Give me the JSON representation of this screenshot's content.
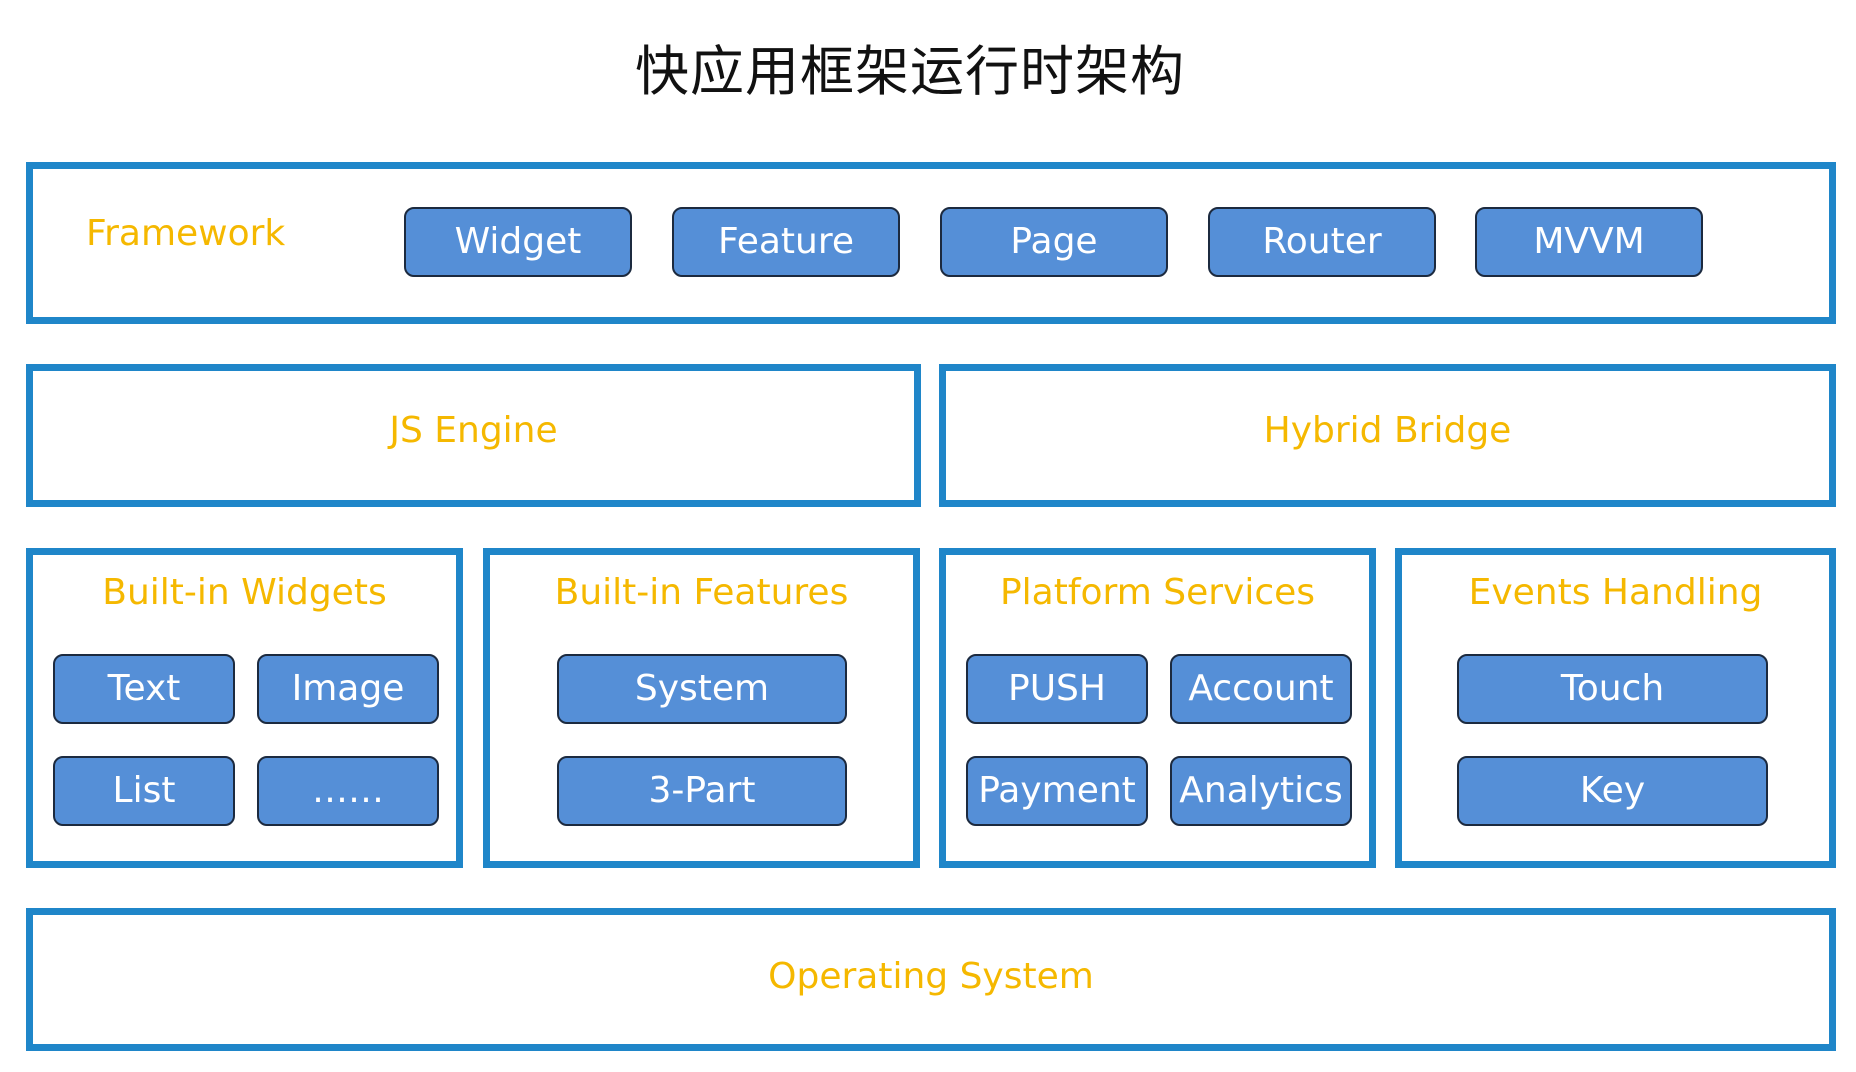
{
  "title": "快应用框架运行时架构",
  "colors": {
    "border": "#1f86c9",
    "label": "#f5b800",
    "chip_fill": "#558fd7",
    "chip_border": "#1c2a3f",
    "chip_text": "#ffffff"
  },
  "framework": {
    "label": "Framework",
    "items": [
      "Widget",
      "Feature",
      "Page",
      "Router",
      "MVVM"
    ]
  },
  "js_engine": {
    "label": "JS Engine"
  },
  "hybrid_bridge": {
    "label": "Hybrid Bridge"
  },
  "built_in_widgets": {
    "label": "Built-in Widgets",
    "items": [
      "Text",
      "Image",
      "List",
      "……"
    ]
  },
  "built_in_features": {
    "label": "Built-in Features",
    "items": [
      "System",
      "3-Part"
    ]
  },
  "platform_services": {
    "label": "Platform Services",
    "items": [
      "PUSH",
      "Account",
      "Payment",
      "Analytics"
    ]
  },
  "events_handling": {
    "label": "Events Handling",
    "items": [
      "Touch",
      "Key"
    ]
  },
  "operating_system": {
    "label": "Operating System"
  }
}
